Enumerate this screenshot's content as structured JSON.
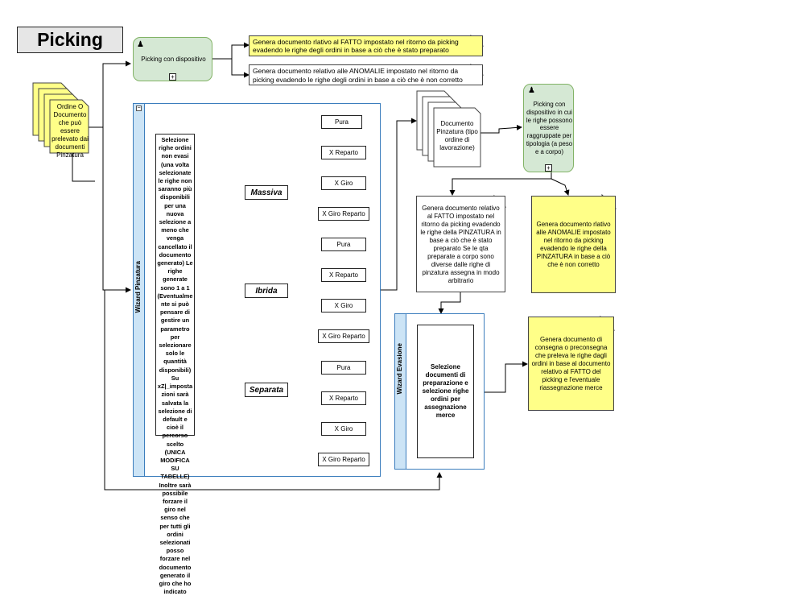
{
  "title": "Picking",
  "source_doc": {
    "label": "Ordine O Documento che può essere prelevato dai documenti Pinzatura"
  },
  "picking_device": {
    "label": "Picking con dispositivo",
    "user_icon": "user-icon",
    "expand_icon": "+"
  },
  "note_fatto": {
    "label": "Genera documento rlativo al FATTO impostato nel ritorno da picking evadendo le righe degli ordini in base a ciò che è stato preparato"
  },
  "note_anomalie": {
    "label": "Genera documento relativo alle ANOMALIE impostato nel ritorno da picking evadendo le righe degli ordini in base a ciò che è non corretto"
  },
  "wizard_pinzatura": {
    "label": "Wizard Pinzatura",
    "collapse_icon": "−",
    "description": "Selezione righe ordini non evasi (una volta selezionate le righe non saranno più disponibili per una nuova selezione a meno che venga cancellato il documento generato) Le righe generate sono 1 a 1 (Eventualmente si può pensare di gestire un parametro per selezionare solo le quantità disponibili) Su xZ|_impostazioni sarà salvata la selezione di default e cioè il percorso scelto (UNICA MODIFICA SU TABELLE) Inoltre sarà possibile forzare il giro nel senso che per tutti gli ordini selezionati posso forzare nel documento generato il giro che ho indicato",
    "modes": [
      {
        "label": "Massiva",
        "options": [
          "Pura",
          "X Reparto",
          "X Giro",
          "X Giro Reparto"
        ]
      },
      {
        "label": "Ibrida",
        "options": [
          "Pura",
          "X Reparto",
          "X Giro",
          "X Giro Reparto"
        ]
      },
      {
        "label": "Separata",
        "options": [
          "Pura",
          "X Reparto",
          "X Giro",
          "X Giro Reparto"
        ]
      }
    ]
  },
  "doc_pinzatura": {
    "label": "Documento Pinzatura (tipo ordine di lavorazione)"
  },
  "picking_grouped": {
    "label": "Picking con dispositivo in cui le righe possono essere raggruppate per tipologia (a peso e a corpo)",
    "expand_icon": "+"
  },
  "note_fatto_pinzatura": {
    "label": "Genera documento relativo al FATTO impostato nel ritorno da picking evadendo le righe della PINZATURA in base a ciò che è stato preparato Se le qta preparate a corpo sono diverse dalle righe di pinzatura assegna in modo arbitrario"
  },
  "note_anomalie_pinzatura": {
    "label": "Genera documento rlativo alle ANOMALIE impostato nel ritorno da picking evadendo le righe della PINZATURA in base a ciò che è non corretto"
  },
  "wizard_evasione": {
    "label": "Wizard Evasione",
    "box_label": "Selezione documenti di preparazione e selezione righe ordini per assegnazione merce"
  },
  "note_consegna": {
    "label": "Genera documento di consegna o preconsegna che preleva le righe dagli ordini in base al documento relativo al FATTO del picking e l'eventuale riassegnazione merce"
  }
}
